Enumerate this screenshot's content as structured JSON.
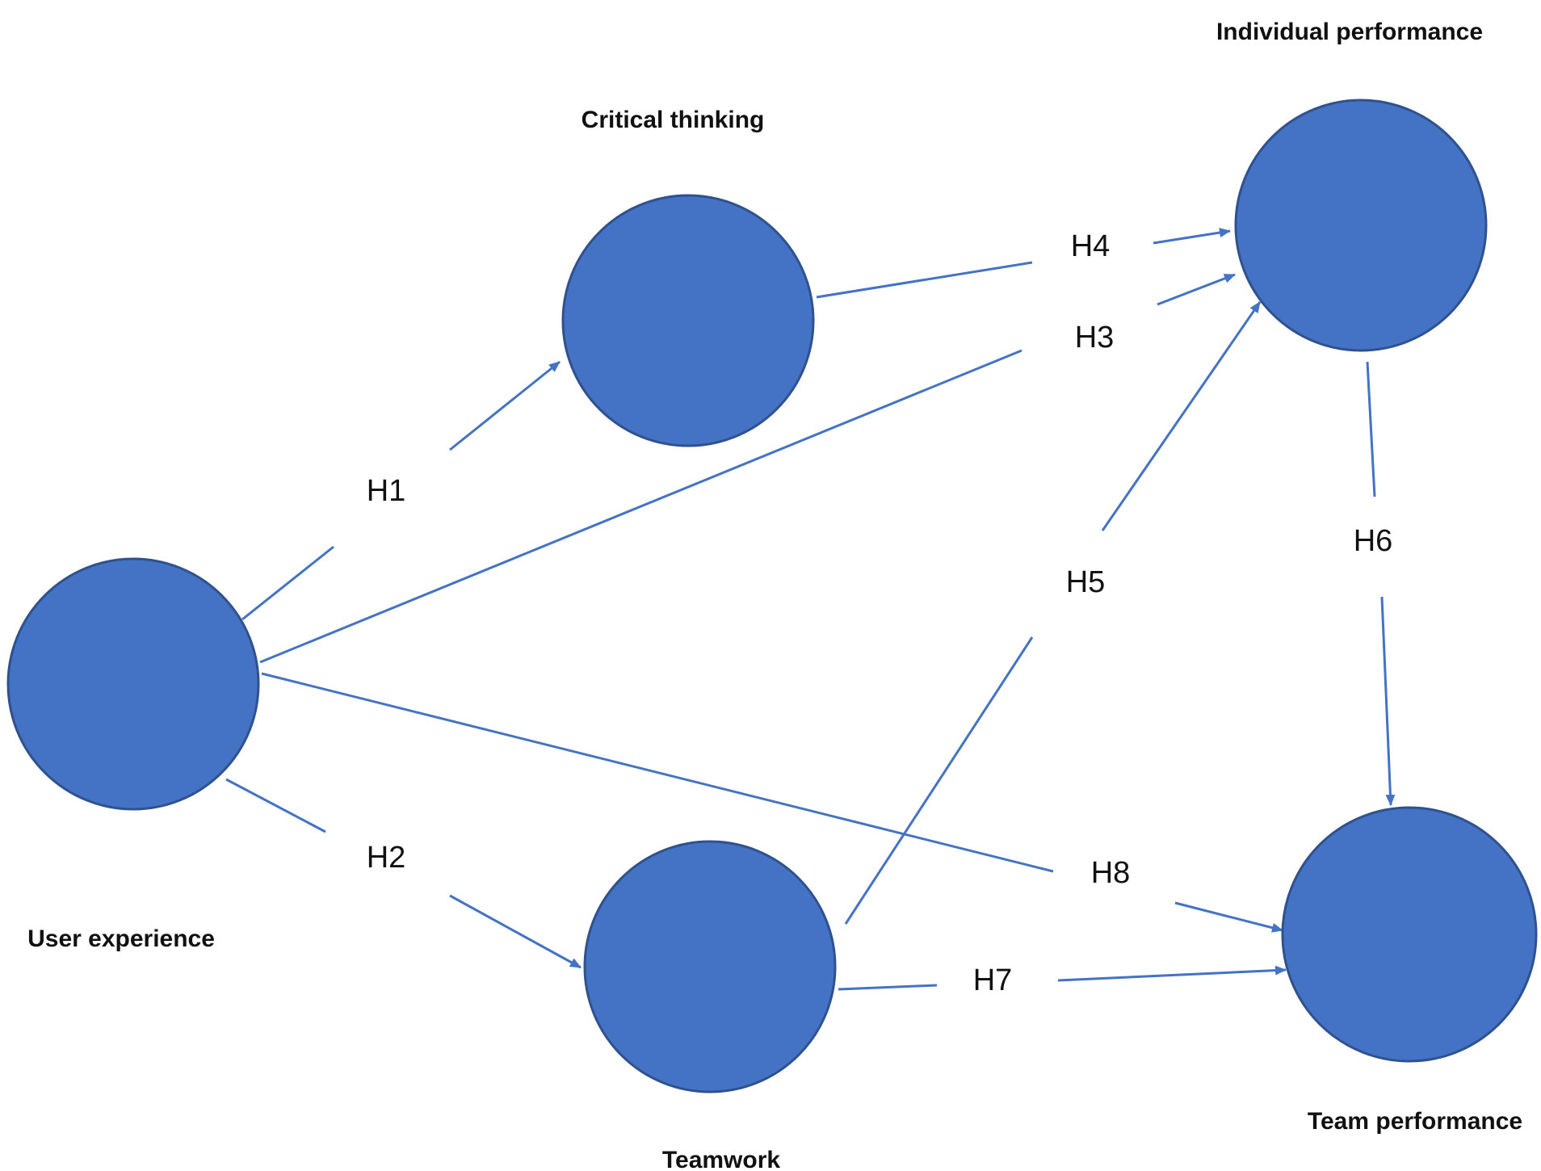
{
  "diagram": {
    "node_color": "#4472c4",
    "edge_color": "#4472c4",
    "nodes": {
      "user_experience": "User experience",
      "critical_thinking": "Critical thinking",
      "teamwork": "Teamwork",
      "individual_performance": "Individual performance",
      "team_performance": "Team performance"
    },
    "edges": {
      "h1": {
        "label": "H1",
        "from": "User experience",
        "to": "Critical thinking"
      },
      "h2": {
        "label": "H2",
        "from": "User experience",
        "to": "Teamwork"
      },
      "h3": {
        "label": "H3",
        "from": "User experience",
        "to": "Individual performance"
      },
      "h4": {
        "label": "H4",
        "from": "Critical thinking",
        "to": "Individual performance"
      },
      "h5": {
        "label": "H5",
        "from": "Teamwork",
        "to": "Individual performance"
      },
      "h6": {
        "label": "H6",
        "from": "Individual performance",
        "to": "Team performance"
      },
      "h7": {
        "label": "H7",
        "from": "Teamwork",
        "to": "Team performance"
      },
      "h8": {
        "label": "H8",
        "from": "User experience",
        "to": "Team performance"
      }
    }
  }
}
